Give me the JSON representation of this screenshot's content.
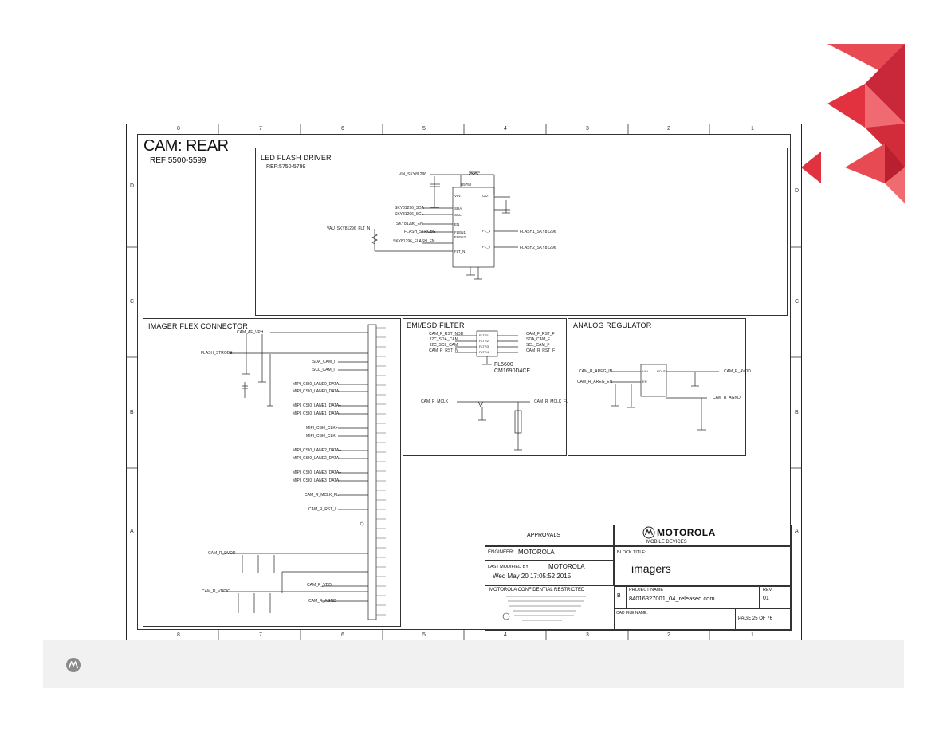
{
  "sheet": {
    "title": "CAM: REAR",
    "ref": "REF:5500-5599",
    "columns": [
      "8",
      "7",
      "6",
      "5",
      "4",
      "3",
      "2",
      "1"
    ],
    "rows": [
      "D",
      "C",
      "B",
      "A"
    ]
  },
  "blocks": {
    "led": {
      "title": "LED FLASH DRIVER",
      "ref": "REF:5750-5799"
    },
    "flex": {
      "title": "IMAGER FLEX CONNECTOR"
    },
    "emi": {
      "title": "EMI/ESD FILTER",
      "part1": "FL5600",
      "part2": "CM1690D4CE"
    },
    "reg": {
      "title": "ANALOG REGULATOR"
    }
  },
  "led_nets": {
    "vin": "VIN_SKY81296",
    "sda": "SKY81296_SDA",
    "scl": "SKY81296_SCL",
    "en": "SKY81296_EN",
    "strobe": "FLASH_STROBE",
    "flash_en": "SKY81296_FLASH_EN",
    "flt": "VAU_SKY81296_FLT_N",
    "out1": "FLASH1_SKY81296",
    "out2": "FLASH2_SKY81296"
  },
  "flex_nets": {
    "vdd": "CAM_AF_VPH",
    "strobe": "FLASH_STROBE",
    "sda": "SDA_CAM_I",
    "scl": "SCL_CAM_I",
    "lane_labels": [
      "MIPI_CSI0_LANE0_DATA+",
      "MIPI_CSI0_LANE0_DATA-",
      "MIPI_CSI0_LANE1_DATA+",
      "MIPI_CSI0_LANE1_DATA-",
      "MIPI_CSI0_CLK+",
      "MIPI_CSI0_CLK-",
      "MIPI_CSI0_LANE2_DATA+",
      "MIPI_CSI0_LANE2_DATA-",
      "MIPI_CSI0_LANE3_DATA+",
      "MIPI_CSI0_LANE3_DATA-"
    ],
    "mclk": "CAM_R_MCLK_FL",
    "rst": "CAM_R_RST_I",
    "dvdd": "CAM_R_DVDD",
    "vddio": "CAM_R_VDDIO",
    "vdd2": "CAM_R_VDD",
    "agnd": "CAM_R_AGND"
  },
  "emi_nets": {
    "in": [
      "CAM_F_RST_NDD",
      "I2C_SDA_CAM",
      "I2C_SCL_CAM",
      "CAM_R_RST_N"
    ],
    "out": [
      "CAM_F_RST_F",
      "SDA_CAM_F",
      "SCL_CAM_F",
      "CAM_R_RST_F"
    ],
    "mclk_in": "CAM_R_MCLK",
    "mclk_out": "CAM_R_MCLK_FL"
  },
  "reg_nets": {
    "in1": "CAM_R_AREG_IN",
    "in2": "CAM_R_AREG_EN",
    "out": "CAM_R_AVDD",
    "gnd": "CAM_R_AGND"
  },
  "title_block": {
    "approvals": "APPROVALS",
    "engineer_label": "ENGINEER:",
    "engineer": "MOTOROLA",
    "last_modified_label": "LAST MODIFIED BY:",
    "last_modified_by": "MOTOROLA",
    "date": "Wed May 20 17:05:52 2015",
    "confidential": "MOTOROLA CONFIDENTIAL RESTRICTED",
    "brand": "MOTOROLA",
    "brand_sub": "MOBILE DEVICES",
    "block_title_label": "BLOCK TITLE:",
    "block_title": "imagers",
    "project_label": "PROJECT NAME",
    "project": "84016327001_04_released.com",
    "rev_label": "REV",
    "rev": "01",
    "size": "B",
    "cad_label": "CAD FILE NAME:",
    "page": "PAGE 25 OF 76"
  },
  "colors": {
    "brand_red": "#e2323f",
    "footer_bg": "#f1f1f1"
  },
  "footer": {
    "logo_icon": "motorola-batwing-icon"
  }
}
